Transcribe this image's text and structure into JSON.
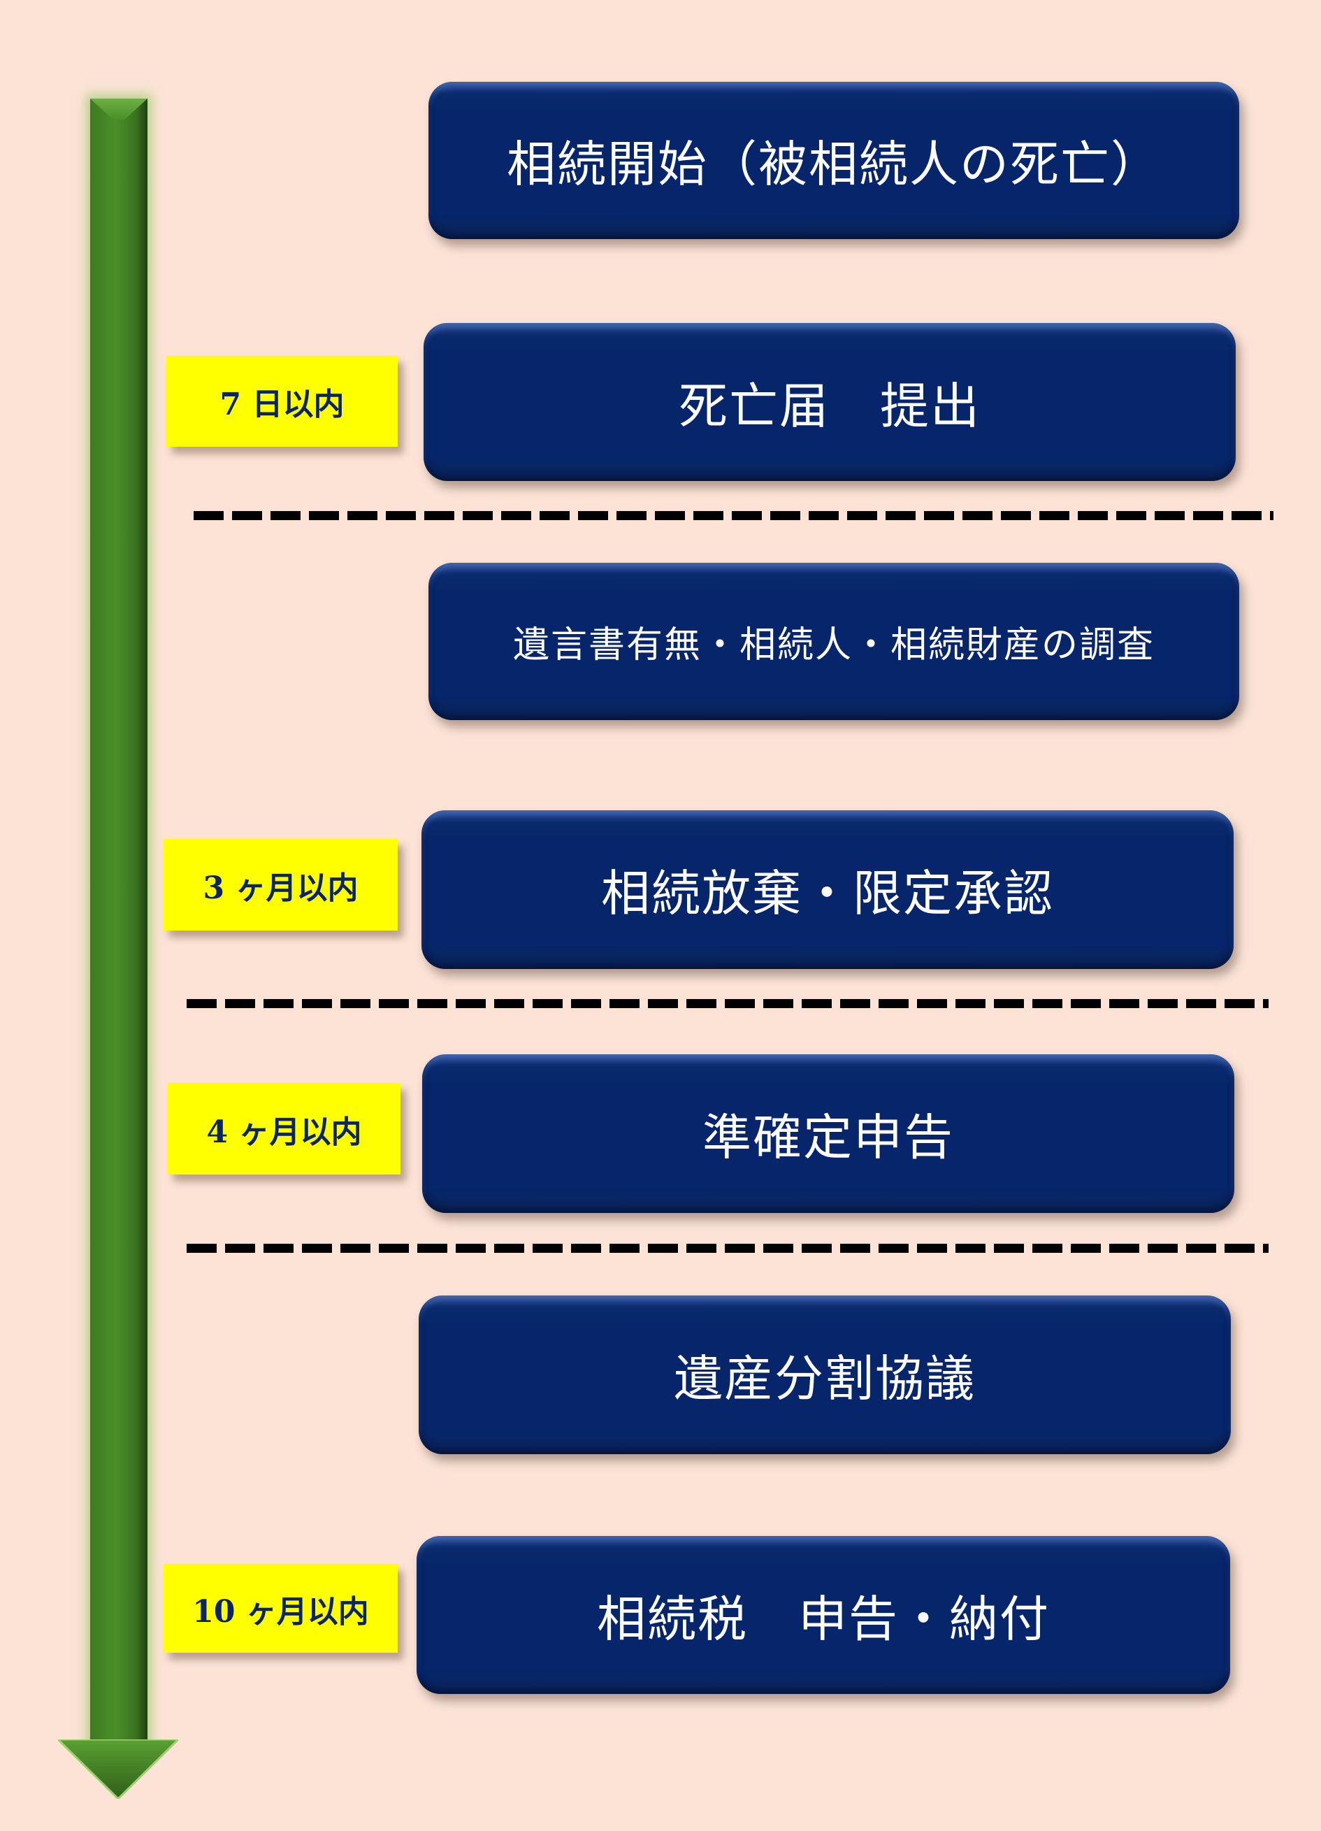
{
  "steps": [
    {
      "title": "相続開始（被相続人の死亡）"
    },
    {
      "title": "死亡届　提出"
    },
    {
      "title": "遺言書有無・相続人・相続財産の調査"
    },
    {
      "title": "相続放棄・限定承認"
    },
    {
      "title": "準確定申告"
    },
    {
      "title": "遺産分割協議"
    },
    {
      "title": "相続税　申告・納付"
    }
  ],
  "deadlines": [
    "7 日以内",
    "3 ヶ月以内",
    "4 ヶ月以内",
    "10 ヶ月以内"
  ],
  "colors": {
    "background": "#fce3d6",
    "box": "#06256a",
    "label": "#ffff00",
    "arrow": "#4a8f2a"
  }
}
